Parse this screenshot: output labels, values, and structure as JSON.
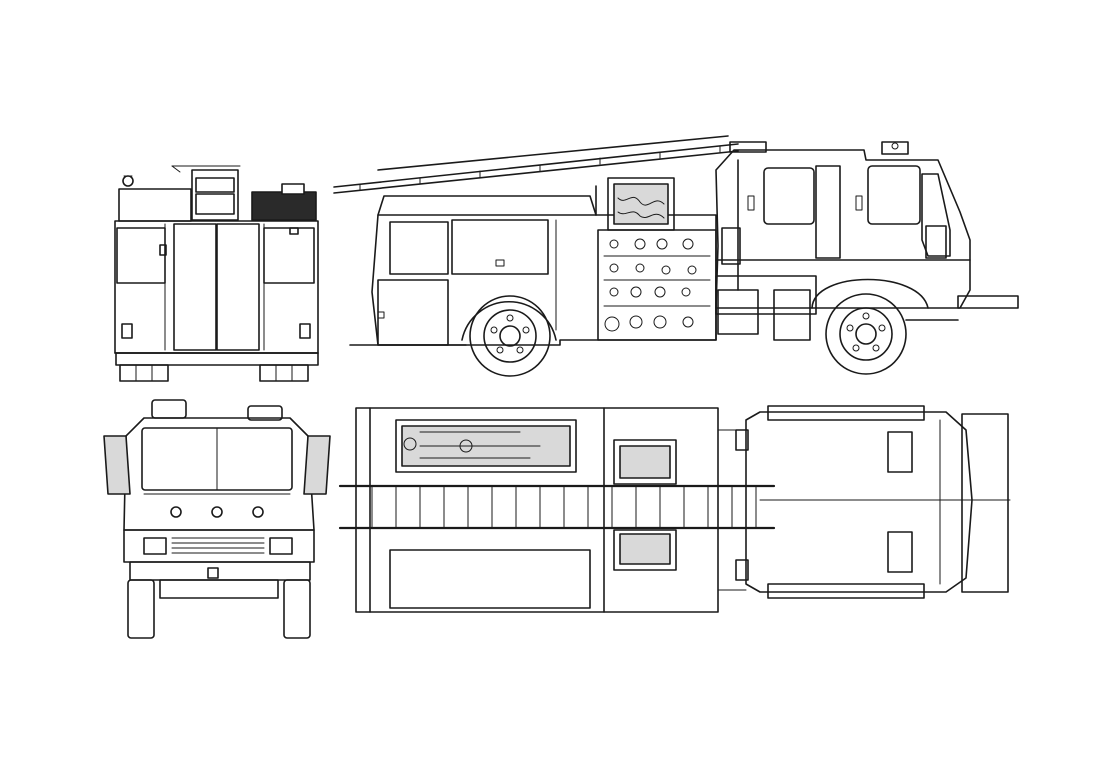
{
  "drawing": {
    "views": [
      "rear",
      "side-left",
      "front",
      "top"
    ],
    "line_color": "#1a1a1a",
    "background": "#ffffff"
  }
}
